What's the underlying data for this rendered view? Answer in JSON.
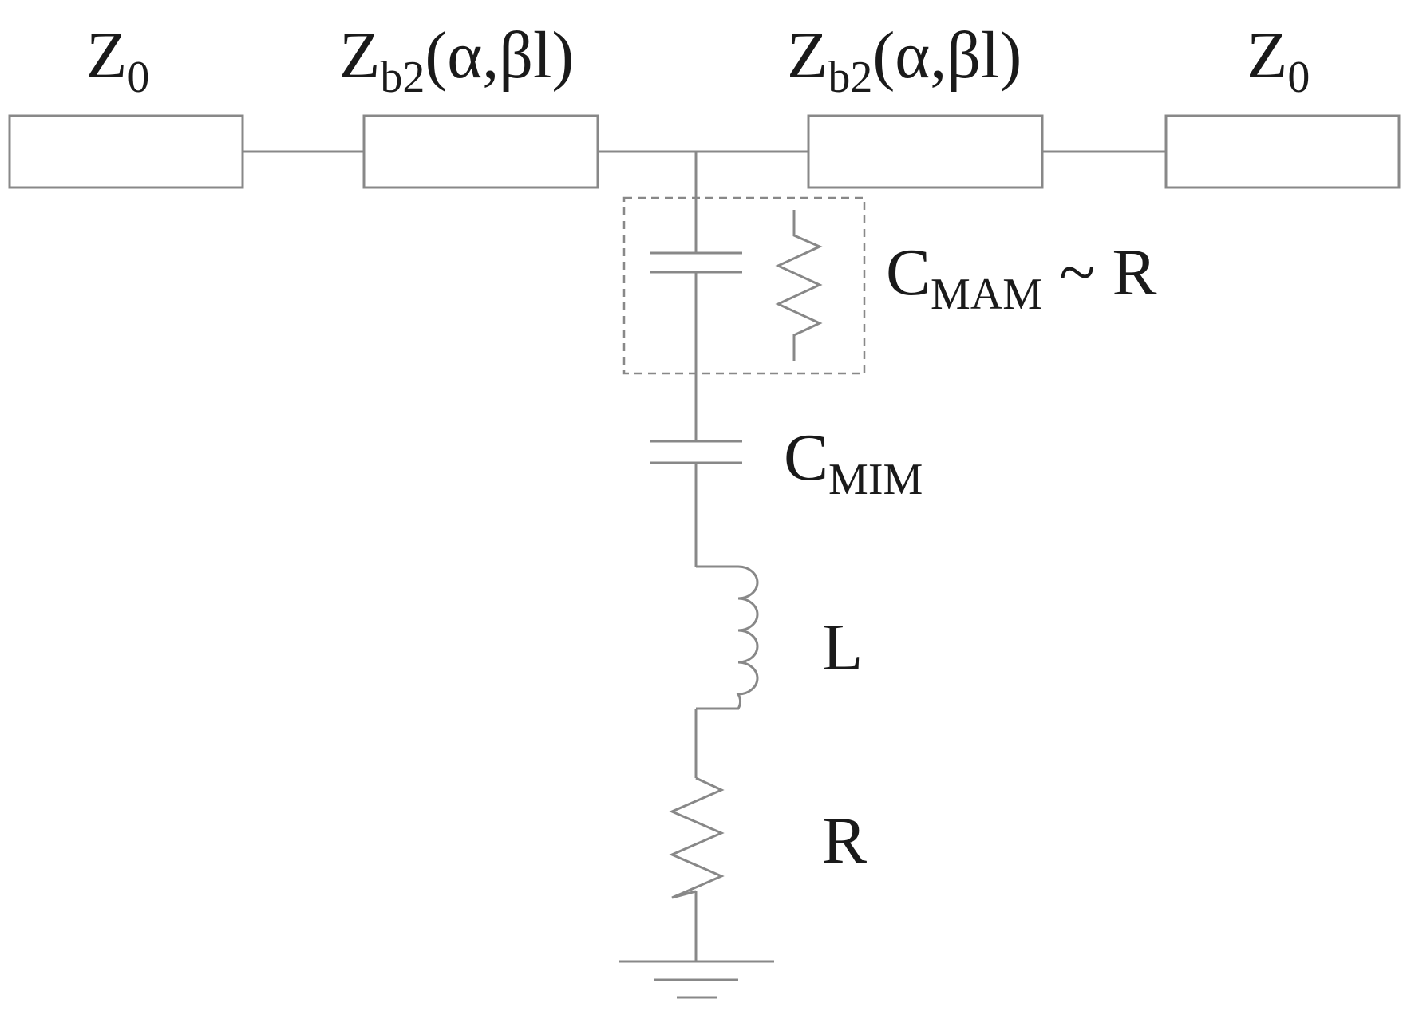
{
  "diagram": {
    "labels": {
      "z0_left": {
        "main": "Z",
        "sub": "0"
      },
      "zb2_left": {
        "main": "Z",
        "sub": "b2",
        "suffix": "(α,βl)"
      },
      "zb2_right": {
        "main": "Z",
        "sub": "b2",
        "suffix": "(α,βl)"
      },
      "z0_right": {
        "main": "Z",
        "sub": "0"
      },
      "c_mam": {
        "main": "C",
        "sub": "MAM",
        "suffix": " ~ R"
      },
      "c_mim": {
        "main": "C",
        "sub": "MIM"
      },
      "inductor": {
        "main": "L"
      },
      "resistor": {
        "main": "R"
      }
    },
    "colors": {
      "line": "#888888",
      "text": "#1a1a1a"
    }
  }
}
